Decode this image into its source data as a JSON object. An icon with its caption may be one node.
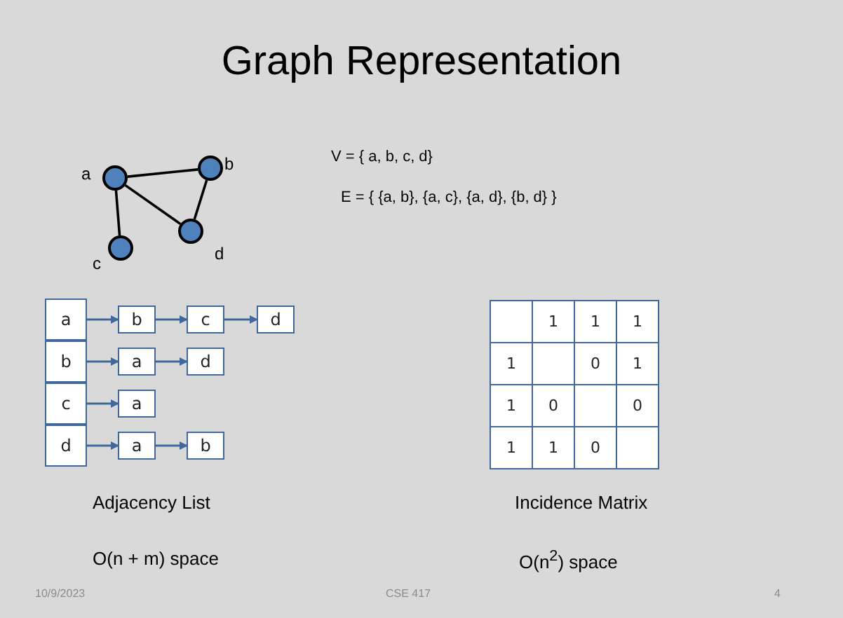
{
  "diagram": {
    "title": "Graph Representation",
    "nodes": [
      {
        "text": [],
        "shape": "circle",
        "beside": [
          "a"
        ]
      },
      {
        "text": [],
        "shape": "circle",
        "beside": [
          "b"
        ]
      },
      {
        "text": [],
        "shape": "circle",
        "beside": [
          "c"
        ]
      },
      {
        "text": [],
        "shape": "circle",
        "beside": [
          "d"
        ]
      },
      {
        "text": [
          "a"
        ]
      },
      {
        "text": [
          "b"
        ]
      },
      {
        "text": [
          "c"
        ]
      },
      {
        "text": [
          "d"
        ]
      },
      {
        "text": [
          "b"
        ]
      },
      {
        "text": [
          "c"
        ]
      },
      {
        "text": [
          "d"
        ]
      },
      {
        "text": [
          "a"
        ]
      },
      {
        "text": [
          "d"
        ]
      },
      {
        "text": [
          "a"
        ]
      },
      {
        "text": [
          "a"
        ]
      },
      {
        "text": [
          "b"
        ]
      }
    ],
    "edges": [
      {
        "from": 0,
        "to": 1,
        "arrow": "none",
        "color": "#000000"
      },
      {
        "from": 0,
        "to": 2,
        "arrow": "none",
        "color": "#000000"
      },
      {
        "from": 0,
        "to": 3,
        "arrow": "none",
        "color": "#000000"
      },
      {
        "from": 1,
        "to": 3,
        "arrow": "none",
        "color": "#000000"
      },
      {
        "from": 4,
        "to": 8,
        "arrow": "to"
      },
      {
        "from": 8,
        "to": 9,
        "arrow": "to"
      },
      {
        "from": 9,
        "to": 10,
        "arrow": "to"
      },
      {
        "from": 5,
        "to": 11,
        "arrow": "to"
      },
      {
        "from": 11,
        "to": 12,
        "arrow": "to"
      },
      {
        "from": 6,
        "to": 13,
        "arrow": "to"
      },
      {
        "from": 7,
        "to": 14,
        "arrow": "to"
      },
      {
        "from": 14,
        "to": 15,
        "arrow": "to"
      }
    ],
    "labels": [
      "V = { a, b, c, d}",
      "E = { {a, b}, {a, c}, {a, d}, {b, d} }",
      "1",
      "1",
      "1",
      "1",
      "0",
      "1",
      "1",
      "0",
      "0",
      "1",
      "1",
      "0",
      "Adjacency List",
      "Incidence Matrix",
      "O(n + m) space",
      "O(n$^{2}$) space",
      "10/9/2023",
      "CSE 417",
      "4"
    ]
  }
}
